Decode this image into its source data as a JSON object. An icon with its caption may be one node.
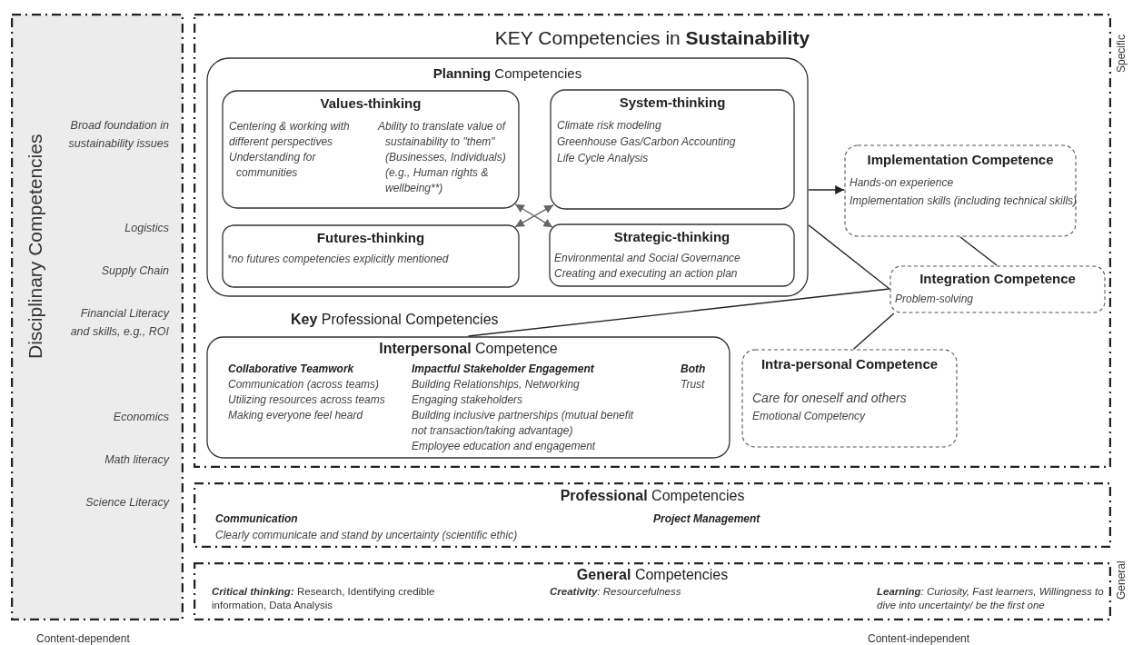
{
  "diagram": {
    "nodes": [
      {
        "text": [
          "Disciplinary Competencies",
          "Broad foundation in sustainability issues",
          "Logistics",
          "Supply Chain",
          "Financial Literacy and skills, e.g., ROI",
          "Economics",
          "Math literacy",
          "Science Literacy"
        ]
      },
      {
        "text": [
          "KEY Competencies in **Sustainability**"
        ]
      },
      {
        "text": [
          "**Planning** Competencies"
        ],
        "in": 1
      },
      {
        "text": [
          "Values-thinking",
          "Centering & working with different perspectives",
          "Understanding for communities",
          "Ability to translate value of sustainability to \"them\" (Businesses, Individuals) (e.g., Human rights & wellbeing**)"
        ],
        "in": 2
      },
      {
        "text": [
          "System-thinking",
          "Climate risk modeling",
          "Greenhouse Gas/Carbon Accounting",
          "Life Cycle Analysis"
        ],
        "in": 2
      },
      {
        "text": [
          "Futures-thinking",
          "*no futures competencies explicitly mentioned"
        ],
        "in": 2
      },
      {
        "text": [
          "Strategic-thinking",
          "Environmental and Social Governance",
          "Creating and executing an action plan"
        ],
        "in": 2
      },
      {
        "text": [
          "Implementation Competence",
          "Hands-on experience",
          "Implementation skills (including technical skills)"
        ],
        "in": 1
      },
      {
        "text": [
          "Integration Competence",
          "Problem-solving"
        ],
        "in": 1
      },
      {
        "text": [
          "**Interpersonal** Competence",
          "Collaborative Teamwork",
          "Communication (across teams)",
          "Utilizing resources across teams",
          "Making everyone feel heard",
          "Impactful Stakeholder Engagement",
          "Building Relationships, Networking",
          "Engaging stakeholders",
          "Building inclusive partnerships (mutual benefit not transaction/taking advantage)",
          "Employee education and engagement",
          "Both",
          "Trust"
        ],
        "in": 1
      },
      {
        "text": [
          "Intra-personal Competence",
          "Care for oneself and others",
          "Emotional Competency"
        ],
        "in": 1
      },
      {
        "text": [
          "**Professional** Competencies",
          "Communication",
          "Clearly communicate and stand by uncertainty (scientific ethic)",
          "Project Management"
        ]
      },
      {
        "text": [
          "**General** Competencies",
          "**Critical thinking:** Research, Identifying credible information, Data Analysis",
          "**Creativity**: Resourcefulness",
          "**Learning**: Curiosity, Fast learners, Willingness to dive into uncertainty/ be the first one"
        ]
      }
    ],
    "edges": [
      {
        "from": 2,
        "to": 7,
        "arrow": "to"
      },
      {
        "from": 7,
        "to": 8,
        "arrow": "none"
      },
      {
        "from": 2,
        "to": 8,
        "arrow": "none"
      },
      {
        "from": 9,
        "to": 8,
        "arrow": "none"
      },
      {
        "from": 10,
        "to": 8,
        "arrow": "none"
      },
      {
        "from": 3,
        "to": 6,
        "arrow": "both",
        "color": "#666666"
      },
      {
        "from": 5,
        "to": 4,
        "arrow": "both",
        "color": "#666666"
      }
    ],
    "labels": [
      "**Key** Professional Competencies",
      "Specific",
      "General",
      "Content-dependent",
      "Content-independent"
    ]
  }
}
